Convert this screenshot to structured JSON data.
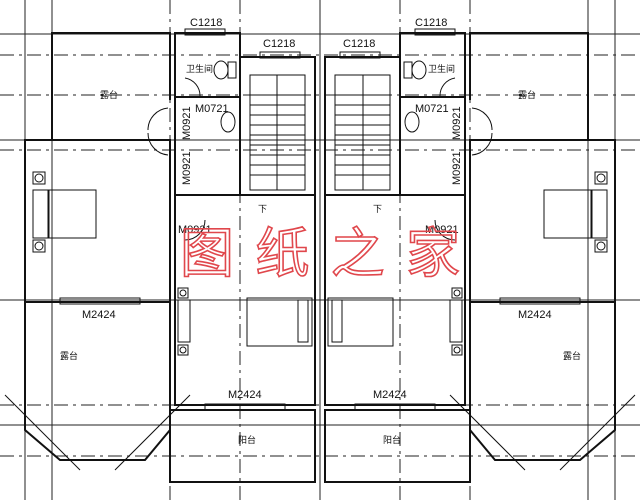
{
  "windows": {
    "c1218_a": "C1218",
    "c1218_b": "C1218",
    "c1218_c": "C1218",
    "c1218_d": "C1218"
  },
  "doors": {
    "m0721_left": "M0721",
    "m0721_right": "M0721",
    "m0921_1": "M0921",
    "m0921_2": "M0921",
    "m0921_3": "M0921",
    "m0921_4": "M0921",
    "m0921_5": "M0921",
    "m0921_6": "M0921",
    "m2424_1": "M2424",
    "m2424_2": "M2424",
    "m2424_3": "M2424",
    "m2424_4": "M2424"
  },
  "rooms": {
    "bathroom_left": "卫生间",
    "bathroom_right": "卫生间",
    "terrace_top_left": "露台",
    "terrace_top_right": "露台",
    "terrace_bottom_left": "露台",
    "terrace_bottom_right": "露台",
    "balcony_left": "阳台",
    "balcony_right": "阳台",
    "stair_down_left": "下",
    "stair_down_right": "下"
  },
  "watermark": "图纸之家",
  "colors": {
    "lines": "#111111",
    "watermark": "#e0474c"
  }
}
